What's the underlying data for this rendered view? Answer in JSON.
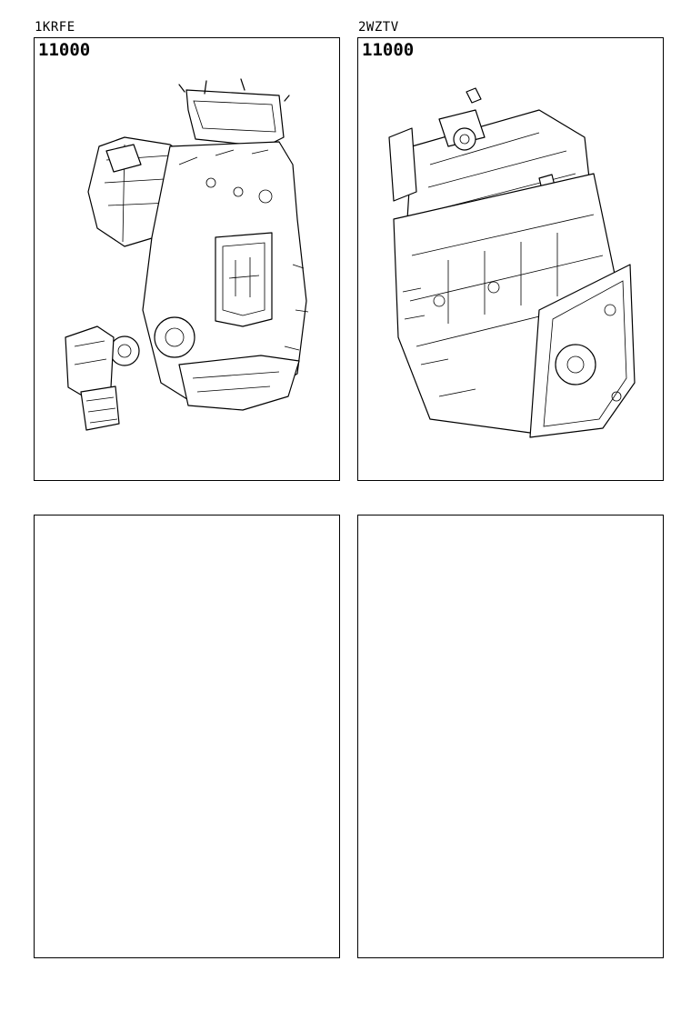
{
  "panels": [
    {
      "engine": "1KRFE",
      "code": "11000",
      "illustration": "engine-assembly-1krfe"
    },
    {
      "engine": "2WZTV",
      "code": "11000",
      "illustration": "engine-assembly-2wztv"
    },
    {
      "engine": "",
      "code": ""
    },
    {
      "engine": "",
      "code": ""
    }
  ]
}
